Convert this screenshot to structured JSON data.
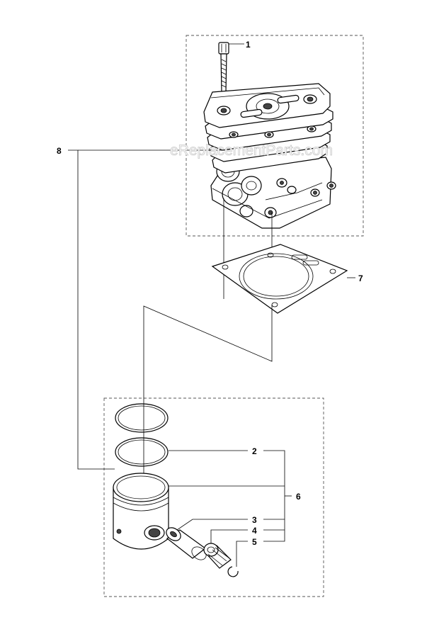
{
  "watermark": "eReplacementParts.com",
  "callouts": {
    "c1": "1",
    "c2": "2",
    "c3": "3",
    "c4": "4",
    "c5": "5",
    "c6": "6",
    "c7": "7",
    "c8": "8"
  },
  "icons": {
    "cylinder": "cylinder-icon",
    "screw": "screw-icon",
    "gasket": "gasket-icon",
    "piston": "piston-icon",
    "rings": "piston-ring-icon",
    "pin": "piston-pin-icon",
    "bearing": "needle-bearing-icon",
    "circlip": "circlip-icon"
  }
}
